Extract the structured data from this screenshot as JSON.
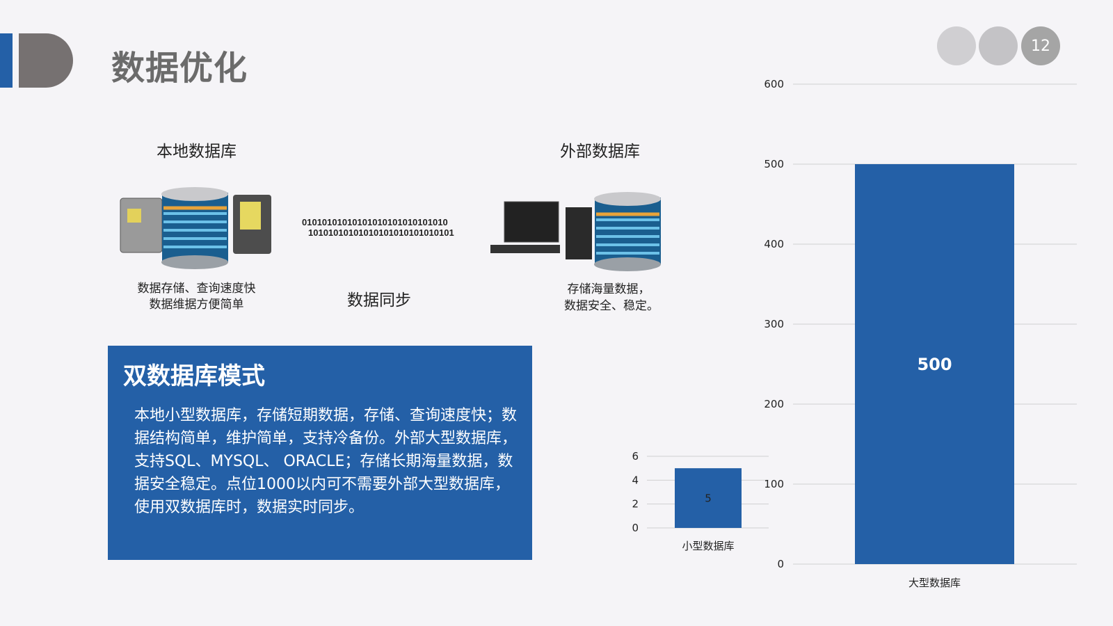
{
  "header": {
    "title": "数据优化",
    "page_number": "12"
  },
  "local_db": {
    "title": "本地数据库",
    "caption_line1": "数据存储、查询速度快",
    "caption_line2": "数据维据方便简单"
  },
  "sync": {
    "binary_line1": "01010101010101010101010101010",
    "binary_line2": "10101010101010101010101010101",
    "label": "数据同步"
  },
  "external_db": {
    "title": "外部数据库",
    "caption_line1": "存储海量数据，",
    "caption_line2": "数据安全、稳定。"
  },
  "info_box": {
    "title": "双数据库模式",
    "body": "本地小型数据库，存储短期数据，存储、查询速度快；数据结构简单，维护简单，支持冷备份。外部大型数据库，支持SQL、MYSQL、 ORACLE；存储长期海量数据，数据安全稳定。点位1000以内可不需要外部大型数据库，使用双数据库时，数据实时同步。"
  },
  "colors": {
    "accent": "#2460a7",
    "gray": "#767171"
  },
  "chart_data": [
    {
      "type": "bar",
      "categories": [
        "小型数据库"
      ],
      "values": [
        5
      ],
      "ylim": [
        0,
        6
      ],
      "yticks": [
        "0",
        "2",
        "4",
        "6"
      ],
      "data_labels": [
        "5"
      ],
      "grid": true
    },
    {
      "type": "bar",
      "categories": [
        "大型数据库"
      ],
      "values": [
        500
      ],
      "ylim": [
        0,
        600
      ],
      "yticks": [
        "0",
        "100",
        "200",
        "300",
        "400",
        "500",
        "600"
      ],
      "data_labels": [
        "500"
      ],
      "grid": true
    }
  ]
}
